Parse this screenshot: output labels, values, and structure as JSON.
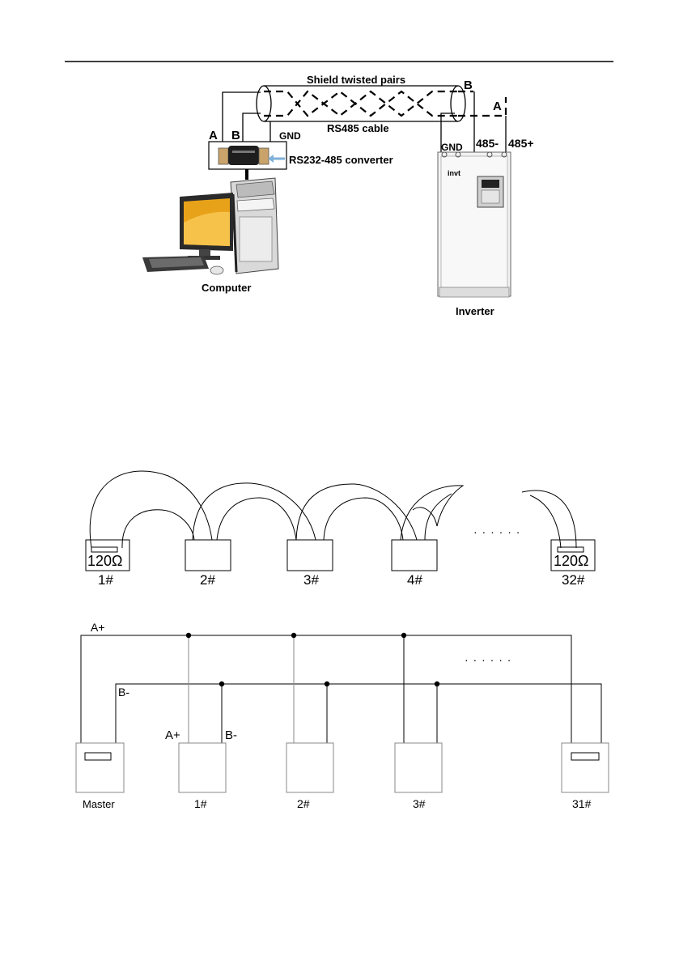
{
  "fig1": {
    "cable_title": "Shield twisted pairs",
    "cable_b": "B",
    "cable_a": "A",
    "cable_name": "RS485 cable",
    "conv_a": "A",
    "conv_b": "B",
    "conv_gnd": "GND",
    "converter_label": "RS232-485 converter",
    "inv_gnd": "GND",
    "inv_485m": "485-",
    "inv_485p": "485+",
    "computer_label": "Computer",
    "inverter_label": "Inverter",
    "brand": "invt"
  },
  "fig2": {
    "resistor_1": "120Ω",
    "resistor_32": "120Ω",
    "nodes": [
      "1#",
      "2#",
      "3#",
      "4#",
      "32#"
    ],
    "ellipsis": "· · · · · ·"
  },
  "fig3": {
    "bus_a": "A+",
    "bus_b": "B-",
    "tap_a": "A+",
    "tap_b": "B-",
    "ellipsis": "· · · · · ·",
    "nodes": [
      "Master",
      "1#",
      "2#",
      "3#",
      "31#"
    ]
  },
  "colors": {
    "line": "#000000",
    "monitor": "#e8a21a",
    "inverter_body": "#f2f2f2"
  }
}
